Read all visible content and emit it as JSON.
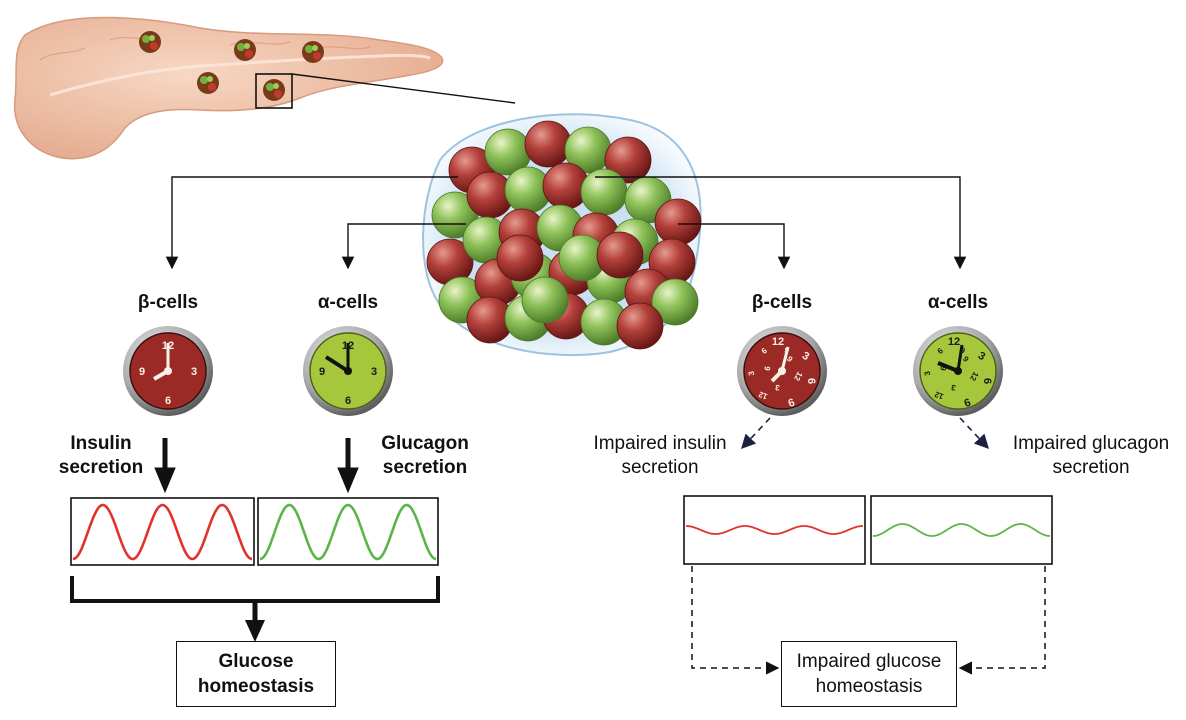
{
  "left": {
    "beta": {
      "title": "β-cells",
      "clock_numbers": [
        "12",
        "3",
        "6",
        "9"
      ],
      "secretion": [
        "Insulin",
        "secretion"
      ]
    },
    "alpha": {
      "title": "α-cells",
      "clock_numbers": [
        "12",
        "3",
        "6",
        "9"
      ],
      "secretion": [
        "Glucagon",
        "secretion"
      ]
    },
    "outcome": [
      "Glucose",
      "homeostasis"
    ]
  },
  "right": {
    "beta": {
      "title": "β-cells",
      "clock_numbers": [
        "12",
        "3",
        "6",
        "9",
        "12",
        "3",
        "6",
        "9",
        "12",
        "3",
        "6",
        "9"
      ],
      "secretion": [
        "Impaired insulin",
        "secretion"
      ]
    },
    "alpha": {
      "title": "α-cells",
      "clock_numbers": [
        "12",
        "3",
        "6",
        "9",
        "12",
        "3",
        "6",
        "9",
        "12",
        "3",
        "6",
        "9"
      ],
      "secretion": [
        "Impaired glucagon",
        "secretion"
      ]
    },
    "outcome": [
      "Impaired glucose",
      "homeostasis"
    ]
  },
  "colors": {
    "beta_cell": "#9b2a26",
    "alpha_cell": "#9fbf3a",
    "insulin_wave": "#e0332c",
    "glucagon_wave": "#5bb548",
    "pancreas": "#f2c4a8",
    "line": "#111111"
  },
  "icons": [
    "pancreas-illustration",
    "islet-cluster-illustration",
    "clock-icon"
  ]
}
